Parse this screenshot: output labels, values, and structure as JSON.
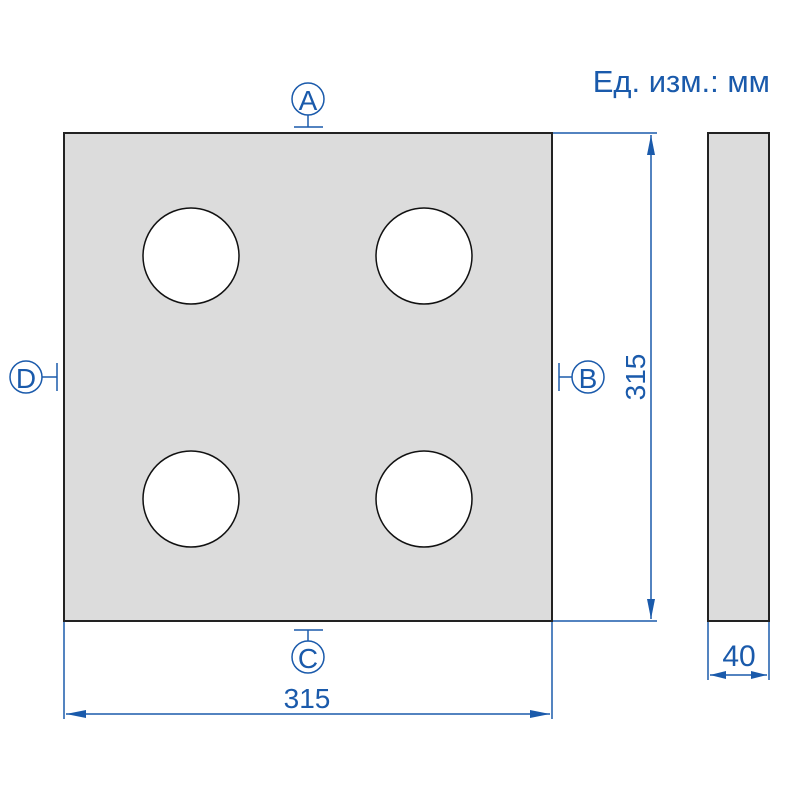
{
  "units_label": "Ед. изм.: мм",
  "markers": {
    "a": "A",
    "b": "B",
    "c": "C",
    "d": "D"
  },
  "dimensions": {
    "width": "315",
    "height": "315",
    "thickness": "40"
  },
  "colors": {
    "line": "#1a5aab",
    "plate": "#dcdcdc",
    "outline": "#222222"
  }
}
